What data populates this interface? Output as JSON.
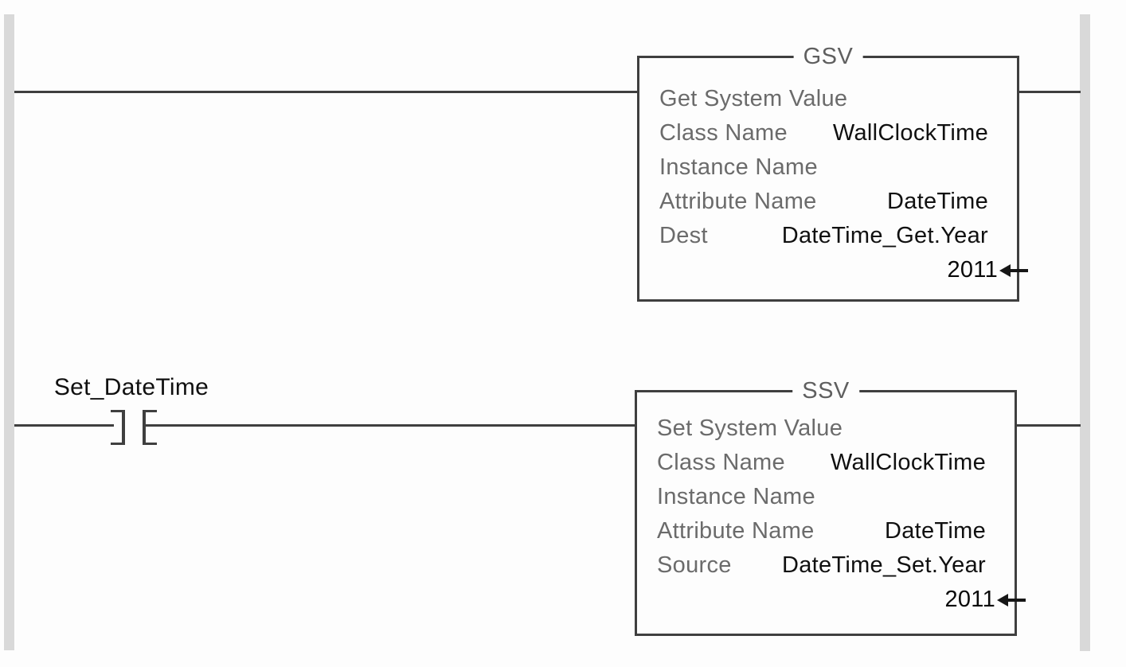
{
  "diagram": {
    "type": "plc-ladder-logic",
    "rungs": [
      {
        "instruction": {
          "mnemonic": "GSV",
          "title": "Get System Value",
          "parameters": [
            {
              "label": "Class Name",
              "value": "WallClockTime"
            },
            {
              "label": "Instance Name",
              "value": ""
            },
            {
              "label": "Attribute Name",
              "value": "DateTime"
            },
            {
              "label": "Dest",
              "value": "DateTime_Get.Year"
            }
          ],
          "current_value": "2011"
        }
      },
      {
        "contact": {
          "tag": "Set_DateTime",
          "type": "XIC-normally-open"
        },
        "instruction": {
          "mnemonic": "SSV",
          "title": "Set System Value",
          "parameters": [
            {
              "label": "Class Name",
              "value": "WallClockTime"
            },
            {
              "label": "Instance Name",
              "value": ""
            },
            {
              "label": "Attribute Name",
              "value": "DateTime"
            },
            {
              "label": "Source",
              "value": "DateTime_Set.Year"
            }
          ],
          "current_value": "2011"
        }
      }
    ]
  },
  "colors": {
    "wire": "#3f3f3f",
    "rail": "#d9d9d9",
    "box_border": "#3f3f3f",
    "label_text": "#6b6b6b",
    "value_text": "#101010",
    "background": "#fdfdfd"
  }
}
